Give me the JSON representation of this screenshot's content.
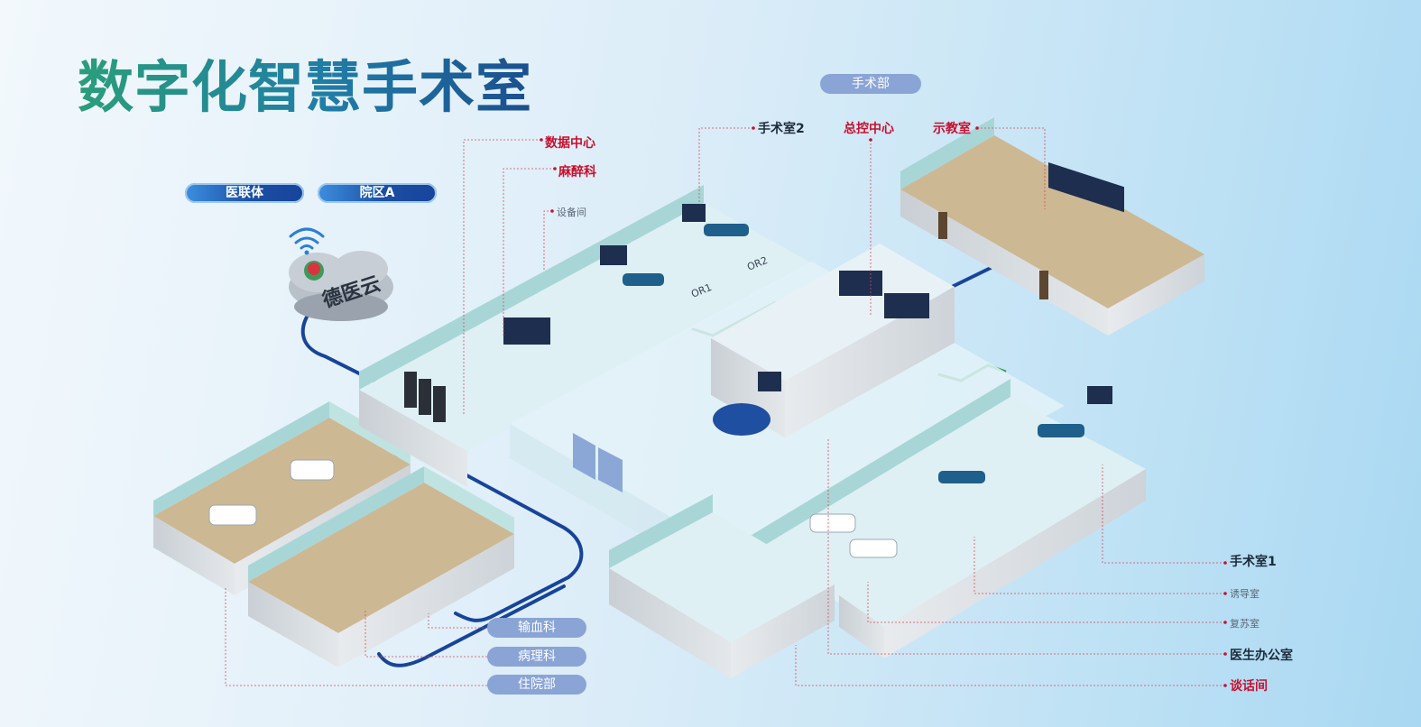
{
  "title": "数字化智慧手术室",
  "department_pill": "手术部",
  "tags": [
    "医联体",
    "院区A"
  ],
  "cloud_name": "德医云",
  "room_codes": {
    "or1": "OR1",
    "or2": "OR2"
  },
  "callouts": {
    "data_center": "数据中心",
    "anesthesia": "麻醉科",
    "equipment_room": "设备间",
    "or2": "手术室2",
    "control_center": "总控中心",
    "teaching_room": "示教室",
    "or1": "手术室1",
    "induction_room": "诱导室",
    "recovery_room": "复苏室",
    "doctor_office": "医生办公室",
    "talk_room": "谈话间"
  },
  "bottom_pills": [
    "输血科",
    "病理科",
    "住院部"
  ],
  "colors": {
    "accent_red": "#c8102e",
    "network_blue": "#17449a",
    "network_green": "#3e9a5c",
    "pill_blue": "#8aa4d6",
    "floor_tan": "#cdb894",
    "wall_teal": "#9fd0d2"
  },
  "icons": [
    "wifi-icon",
    "cloud-icon",
    "hospital-logo-icon"
  ]
}
